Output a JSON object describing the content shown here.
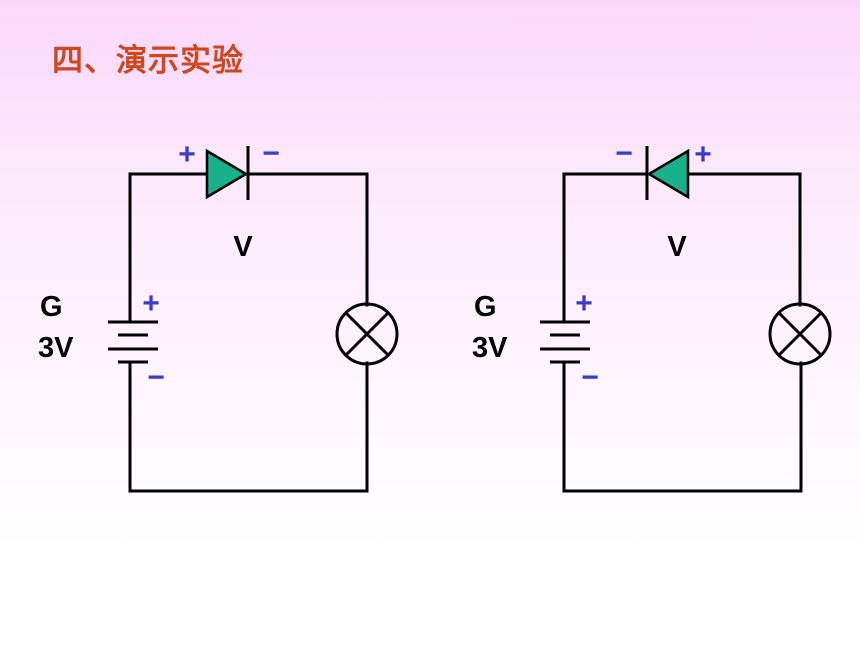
{
  "slide": {
    "title": "四、演示实验"
  },
  "colors": {
    "title": "#d2461e",
    "polarity": "#3a3ad2",
    "diode_fill": "#17b18a",
    "wire": "#000000"
  },
  "circuits": [
    {
      "diode_left_sign": "+",
      "diode_right_sign": "−",
      "diode_label": "V",
      "battery_label": "G",
      "battery_voltage": "3V",
      "battery_plus": "+",
      "battery_minus": "−"
    },
    {
      "diode_left_sign": "−",
      "diode_right_sign": "+",
      "diode_label": "V",
      "battery_label": "G",
      "battery_voltage": "3V",
      "battery_plus": "+",
      "battery_minus": "−"
    }
  ]
}
